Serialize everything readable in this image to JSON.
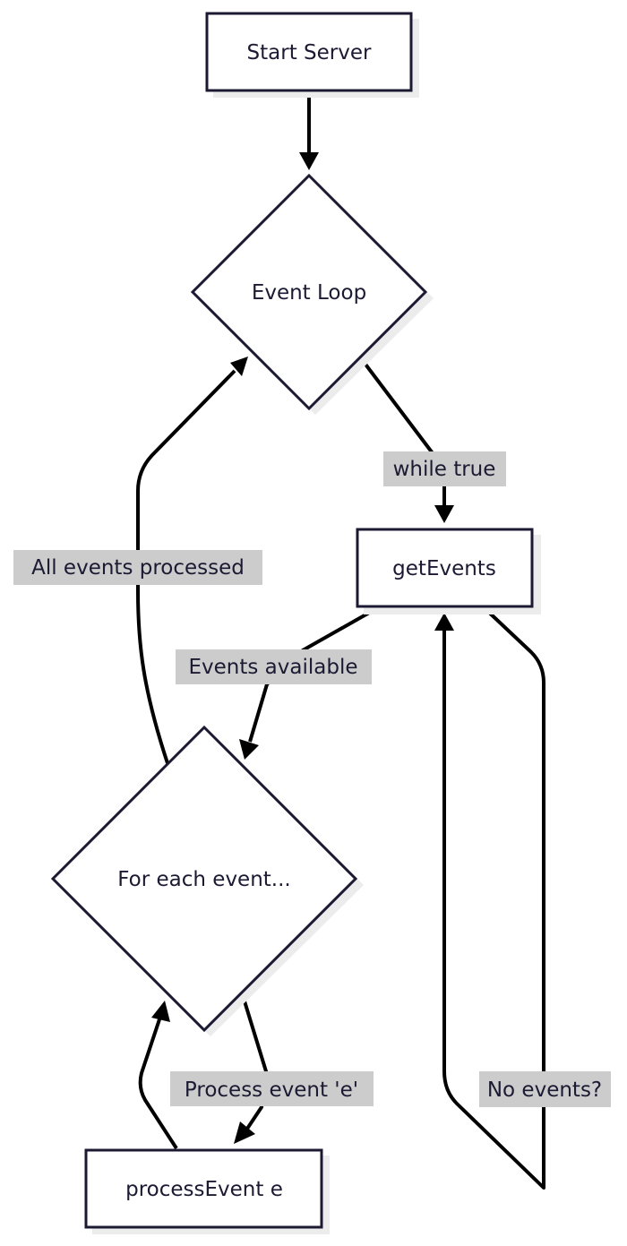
{
  "diagram": {
    "type": "flowchart",
    "nodes": {
      "start": {
        "label": "Start Server",
        "shape": "rect"
      },
      "loop": {
        "label": "Event Loop",
        "shape": "diamond"
      },
      "get": {
        "label": "getEvents",
        "shape": "rect"
      },
      "foreach": {
        "label": "For each event...",
        "shape": "diamond"
      },
      "process": {
        "label": "processEvent e",
        "shape": "rect"
      }
    },
    "edges": [
      {
        "from": "start",
        "to": "loop",
        "label": ""
      },
      {
        "from": "loop",
        "to": "get",
        "label": "while true"
      },
      {
        "from": "get",
        "to": "foreach",
        "label": "Events available"
      },
      {
        "from": "foreach",
        "to": "loop",
        "label": "All events processed"
      },
      {
        "from": "foreach",
        "to": "process",
        "label": "Process event 'e'"
      },
      {
        "from": "process",
        "to": "foreach",
        "label": ""
      },
      {
        "from": "get",
        "to": "get",
        "label": "No events?"
      }
    ],
    "colors": {
      "node_stroke": "#1c1a33",
      "text": "#1c1a33",
      "edge": "#000000",
      "label_bg": "#cccccc",
      "shadow": "#ececec"
    }
  }
}
